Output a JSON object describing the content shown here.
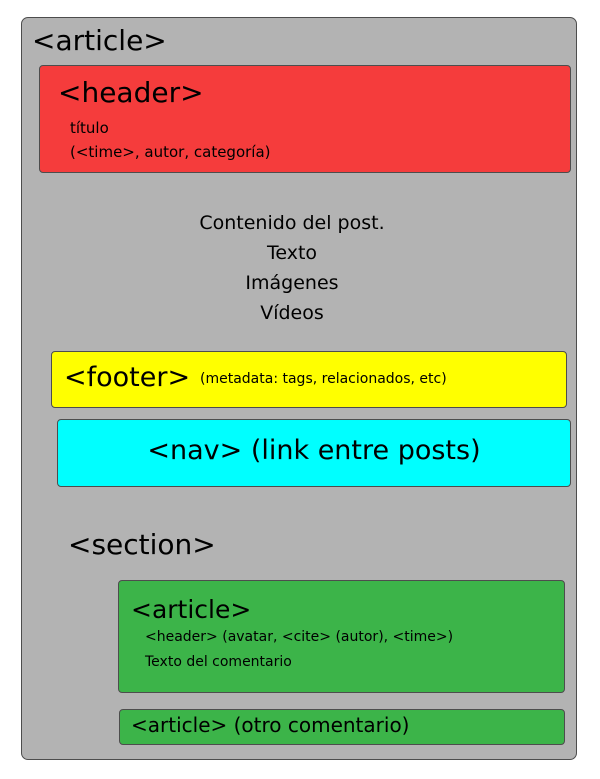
{
  "article": {
    "label": "<article>",
    "header": {
      "label": "<header>",
      "line1": "título",
      "line2": "(<time>, autor, categoría)"
    },
    "content": [
      "Contenido del post.",
      "Texto",
      "Imágenes",
      "Vídeos"
    ],
    "footer": {
      "label": "<footer>",
      "detail": "(metadata: tags, relacionados, etc)"
    },
    "nav": {
      "label": "<nav> (link entre posts)"
    },
    "section": {
      "label": "<section>",
      "comment": {
        "label": "<article>",
        "line1": "<header> (avatar, <cite> (autor), <time>)",
        "line2": "Texto del comentario"
      },
      "other_comment": {
        "label": "<article> (otro comentario)"
      }
    }
  },
  "colors": {
    "article_bg": "#b3b3b3",
    "header_bg": "#f53c3c",
    "footer_bg": "#ffff00",
    "nav_bg": "#00ffff",
    "comment_bg": "#3cb449"
  }
}
